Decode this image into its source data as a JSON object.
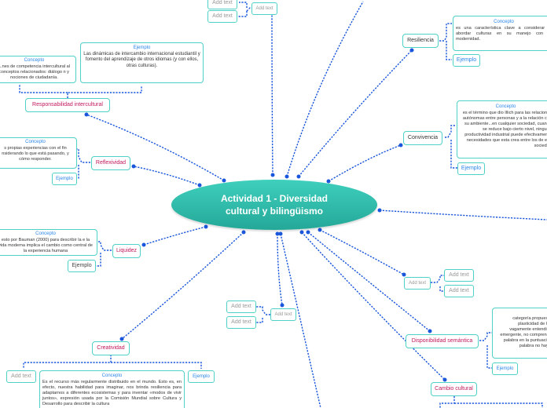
{
  "central_topic": {
    "line1": "Actividad 1 - Diversidad",
    "line2": "cultural y bilingüismo"
  },
  "placeholder": "Add text",
  "labels": {
    "concept": "Concepto",
    "example": "Ejemplo"
  },
  "nodes": {
    "resiliencia": "Resiliencia",
    "convivencia": "Convivencia",
    "responsabilidad": "Responsabilidad intercultural",
    "reflexividad": "Reflexividad",
    "liquidez": "Liquidez",
    "creatividad": "Creatividad",
    "disponibilidad": "Disponibilidad semántica",
    "cambio": "Cambio cultural"
  },
  "texts": {
    "resiliencia_concept": "es una característica clave a considerar al abordar culturas en su manejo con la modernidad.",
    "convivencia_concept": "es el término que dio Illich para las relaciones autónomas entre personas y a la relación con su ambiente...en cualquier sociedad, cuando se reduce bajo cierto nivel, ninguna productividad industrial puede efectivamente necesidades que esta crea entre los de esa sociedad",
    "responsabilidad_example": "Las dinámicas de intercambio internacional estudiantil y fomento del aprendizaje de otros idiomas (y con ellos, otras culturas).",
    "responsabilidad_concept": "...nes de competencia intercultural al conceptos relacionados: diálogo n y nociones de ciudadanía.",
    "reflexividad_concept": "s propias experiencias con el fin nsiderando lo que está pasando, y cómo responder.",
    "liquidez_concept": "esto por Bauman (2000) para describir la e la vida moderna implica el cambio como central de la experiencia humana",
    "creatividad_concept": "Es el recurso más regularmente distribuido en el mundo. Esto es, en efecto, nuestra habilidad para imaginar, nos brinda resiliencia para adaptarnos a diferentes ecosistemas y para inventar «modos de vivir juntos», expresión usada por la Comisión Mundial sobre Cultura y Desarrollo para describir la cultura",
    "disponibilidad_concept": "categoría propuesta plasticidad de las vagamente entendida emergente, no comprende palabra en la puntuación palabra no hay..."
  }
}
